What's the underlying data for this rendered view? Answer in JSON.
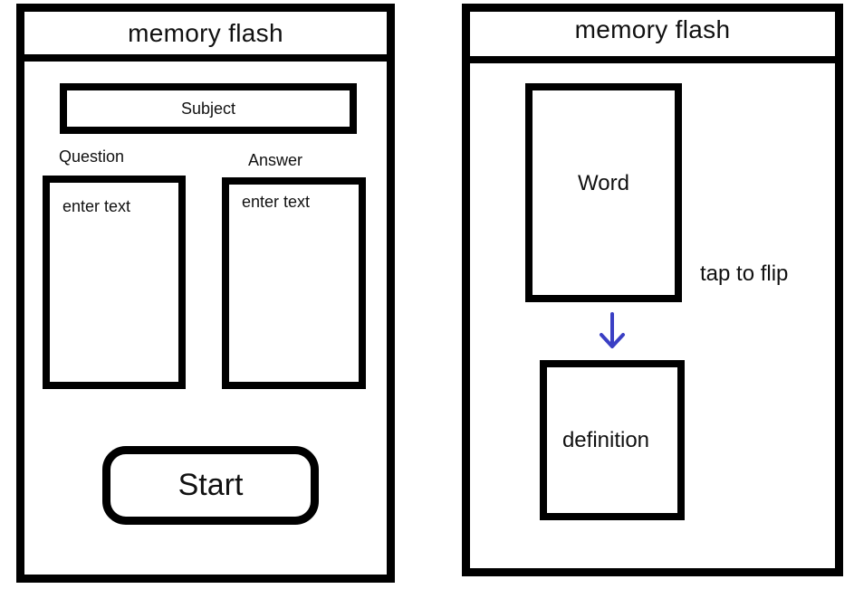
{
  "left_screen": {
    "title": "memory flash",
    "subject": {
      "placeholder": "Subject"
    },
    "question": {
      "label": "Question",
      "placeholder": "enter text"
    },
    "answer": {
      "label": "Answer",
      "placeholder": "enter text"
    },
    "start_button": {
      "label": "Start"
    }
  },
  "right_screen": {
    "title": "memory flash",
    "word_card": {
      "label": "Word"
    },
    "hint": "tap to flip",
    "arrow_icon": "arrow-down-icon",
    "definition_card": {
      "label": "definition"
    }
  },
  "colors": {
    "border": "#000000",
    "background": "#ffffff",
    "arrow": "#3a3fc4"
  }
}
